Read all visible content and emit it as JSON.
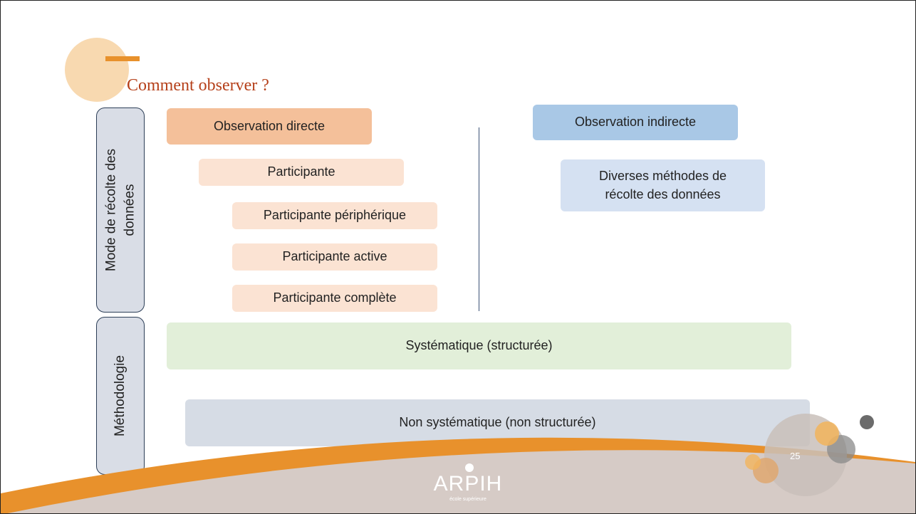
{
  "slide": {
    "title": "Comment observer ?",
    "page_number": "25",
    "side_labels": {
      "mode": "Mode de récolte des\ndonnées",
      "methodologie": "Méthodologie"
    },
    "left_column": {
      "header": "Observation directe",
      "items": [
        "Participante",
        "Participante périphérique",
        "Participante active",
        "Participante complète"
      ]
    },
    "right_column": {
      "header": "Observation indirecte",
      "sub": "Diverses méthodes de récolte des données"
    },
    "methodology": {
      "systematic": "Systématique (structurée)",
      "non_systematic": "Non systématique (non structurée)"
    },
    "logo": {
      "name": "ARPIH",
      "tagline": "école supérieure"
    },
    "colors": {
      "title": "#b5401a",
      "accent_orange": "#e8912c",
      "direct_header": "#f4c09a",
      "direct_items": "#fbe3d3",
      "indirect_header": "#a9c8e6",
      "indirect_sub": "#d5e1f2",
      "systematic": "#e2efd9",
      "non_systematic": "#d6dce5",
      "footer_band": "#d6cbc6"
    }
  }
}
